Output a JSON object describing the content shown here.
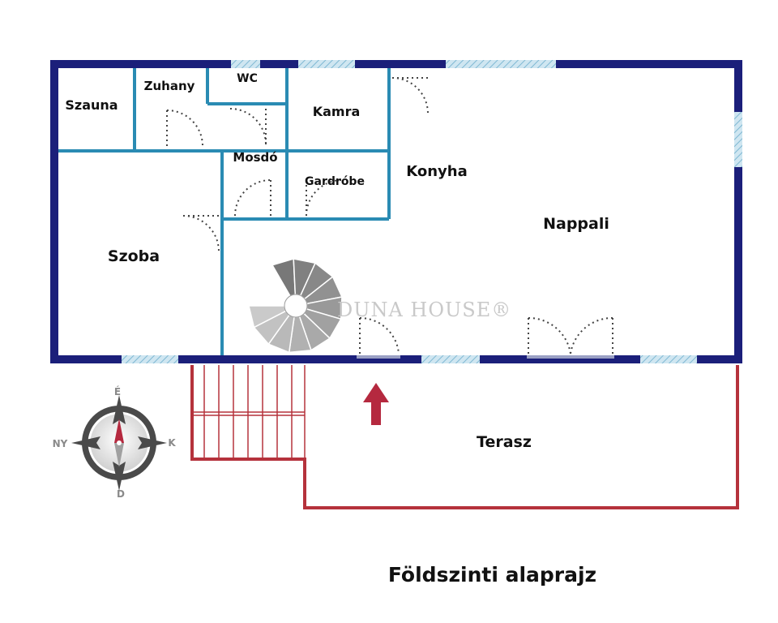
{
  "title": "Földszinti alaprajz",
  "watermark": "DUNA HOUSE®",
  "rooms": {
    "szauna": "Szauna",
    "zuhany": "Zuhany",
    "wc": "WC",
    "kamra": "Kamra",
    "mosdo": "Mosdó",
    "gardrobe": "Gardróbe",
    "konyha": "Konyha",
    "nappali": "Nappali",
    "szoba": "Szoba",
    "terasz": "Terasz"
  },
  "compass": {
    "north": "É",
    "south": "D",
    "east": "K",
    "west": "NY"
  },
  "colors": {
    "outer_wall": "#1b1f7a",
    "inner_wall": "#2a8bb3",
    "window": "#a9d3e6",
    "terrace": "#b5323c",
    "entrance_arrow": "#b5293f",
    "stair": "#8c8c8c"
  },
  "icons": [
    "compass-icon",
    "entrance-arrow-icon",
    "spiral-staircase-icon"
  ]
}
